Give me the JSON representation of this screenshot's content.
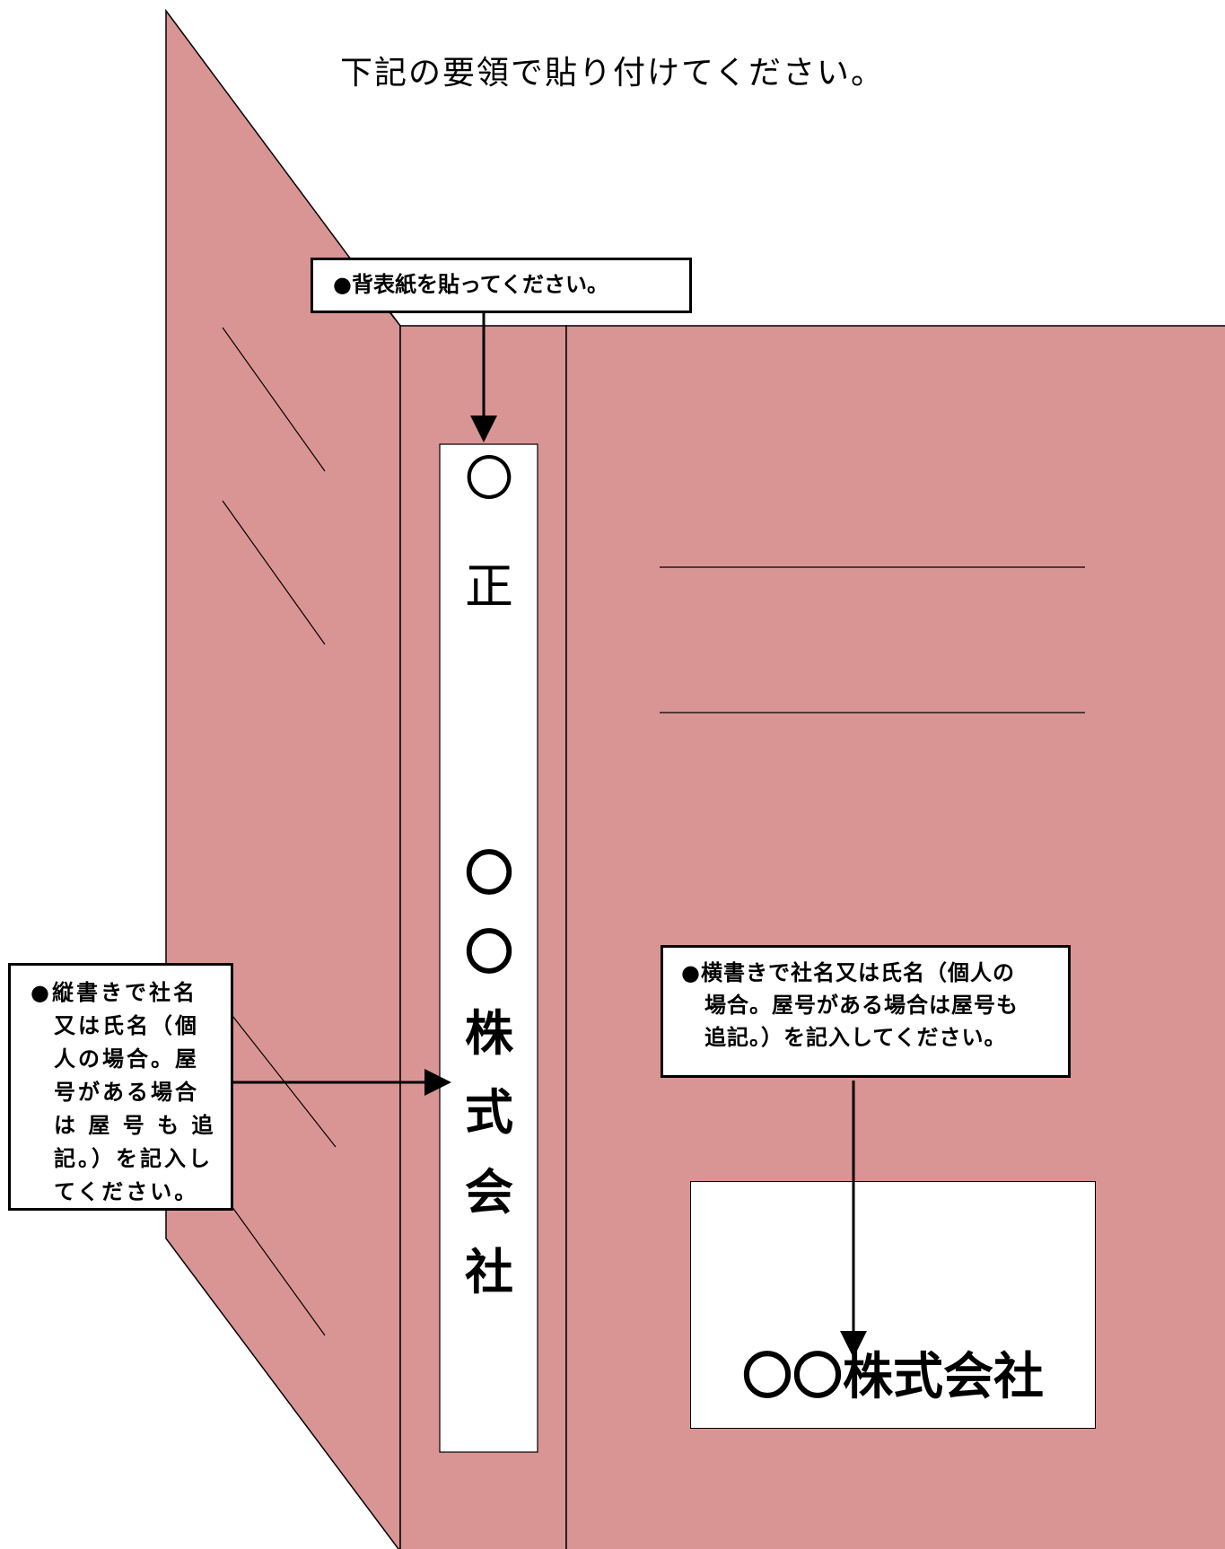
{
  "title": "下記の要領で貼り付けてください。",
  "callouts": {
    "spine": "●背表紙を貼ってください。",
    "vertical": {
      "bullet": "●",
      "line1": "縦書きで社名",
      "lines": [
        "又は氏名（個",
        "人の場合。屋",
        "号がある場合",
        "は 屋 号 も 追",
        "記。）を記入し",
        "てください。"
      ]
    },
    "horizontal": {
      "bullet": "●",
      "line1": "横書きで社名又は氏名（個人の",
      "lines": [
        "場合。屋号がある場合は屋号も",
        "追記。）を記入してください。"
      ]
    }
  },
  "spine_label": {
    "chars": [
      "〇",
      "正",
      "〇",
      "〇",
      "株",
      "式",
      "会",
      "社"
    ]
  },
  "front_label": {
    "text": "〇〇株式会社"
  },
  "colors": {
    "folder": "#d99594",
    "label": "#ffffff",
    "line": "#000000"
  }
}
